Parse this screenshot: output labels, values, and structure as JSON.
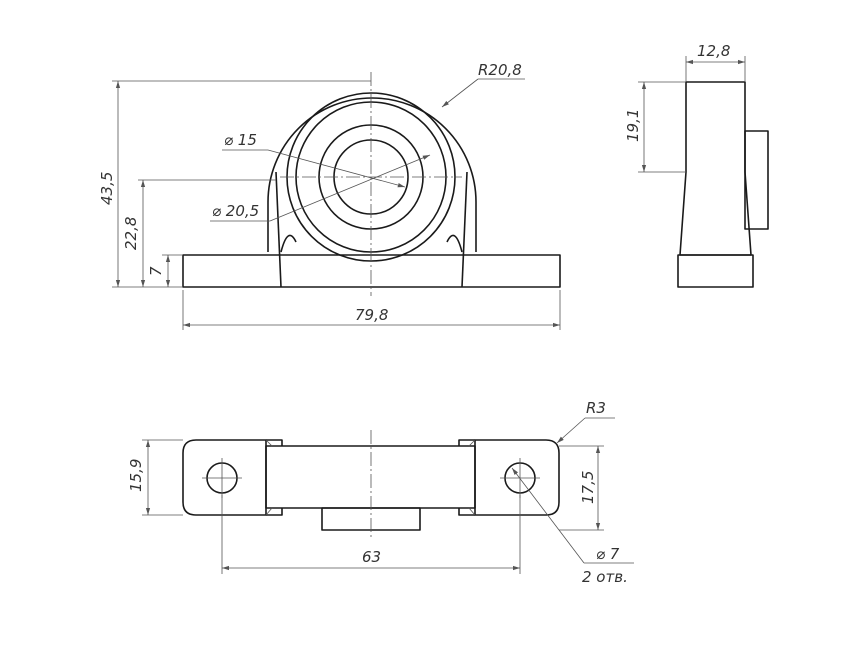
{
  "drawing": {
    "front_view": {
      "radius_label": "R20,8",
      "inner_diameter_label": "⌀ 15",
      "outer_diameter_label": "⌀ 20,5",
      "height_total_label": "43,5",
      "height_center_label": "22,8",
      "base_height_label": "7",
      "width_label": "79,8"
    },
    "side_view": {
      "width_label": "12,8",
      "height_label": "19,1"
    },
    "top_view": {
      "corner_radius_label": "R3",
      "depth_label": "15,9",
      "hole_offset_label": "17,5",
      "hole_spacing_label": "63",
      "hole_diameter_label": "⌀ 7",
      "hole_count_label": "2 отв."
    }
  }
}
